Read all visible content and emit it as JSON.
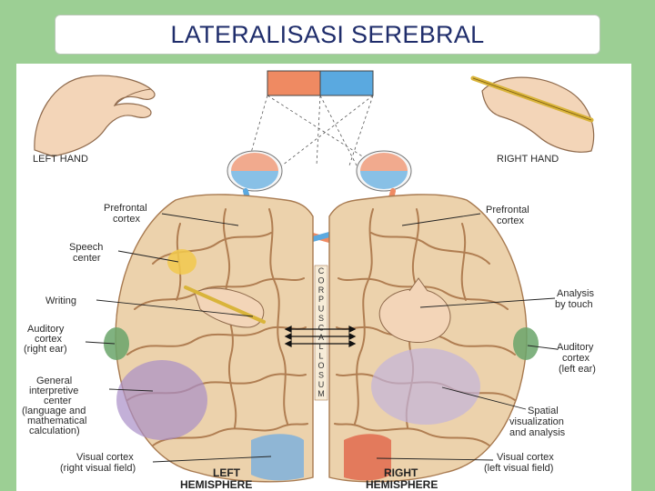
{
  "title": "LATERALISASI SEREBRAL",
  "labels": {
    "left_hand": "LEFT HAND",
    "right_hand": "RIGHT HAND",
    "prefrontal_left_1": "Prefrontal",
    "prefrontal_left_2": "cortex",
    "prefrontal_right_1": "Prefrontal",
    "prefrontal_right_2": "cortex",
    "speech_1": "Speech",
    "speech_2": "center",
    "writing": "Writing",
    "auditory_left_1": "Auditory",
    "auditory_left_2": "cortex",
    "auditory_left_3": "(right ear)",
    "general_1": "General",
    "general_2": "interpretive",
    "general_3": "center",
    "general_4": "(language and",
    "general_5": "mathematical",
    "general_6": "calculation)",
    "visual_left_1": "Visual cortex",
    "visual_left_2": "(right visual field)",
    "left_hem_1": "LEFT",
    "left_hem_2": "HEMISPHERE",
    "analysis_1": "Analysis",
    "analysis_2": "by touch",
    "auditory_right_1": "Auditory",
    "auditory_right_2": "cortex",
    "auditory_right_3": "(left ear)",
    "spatial_1": "Spatial",
    "spatial_2": "visualization",
    "spatial_3": "and analysis",
    "visual_right_1": "Visual cortex",
    "visual_right_2": "(left visual field)",
    "right_hem_1": "RIGHT",
    "right_hem_2": "HEMISPHERE",
    "corpus_callosum": [
      "C",
      "O",
      "R",
      "P",
      "U",
      "S",
      "C",
      "A",
      "L",
      "L",
      "O",
      "S",
      "U",
      "M"
    ]
  },
  "colors": {
    "left_visual_field": "#ef8a62",
    "right_visual_field": "#5aa9e0",
    "brain": "#ecd2ac",
    "speech": "#f2c94c",
    "auditory": "#6aa56a",
    "interpretive": "#a98fc7",
    "visual_left": "#7fb2dc",
    "visual_right": "#e26b4e"
  }
}
